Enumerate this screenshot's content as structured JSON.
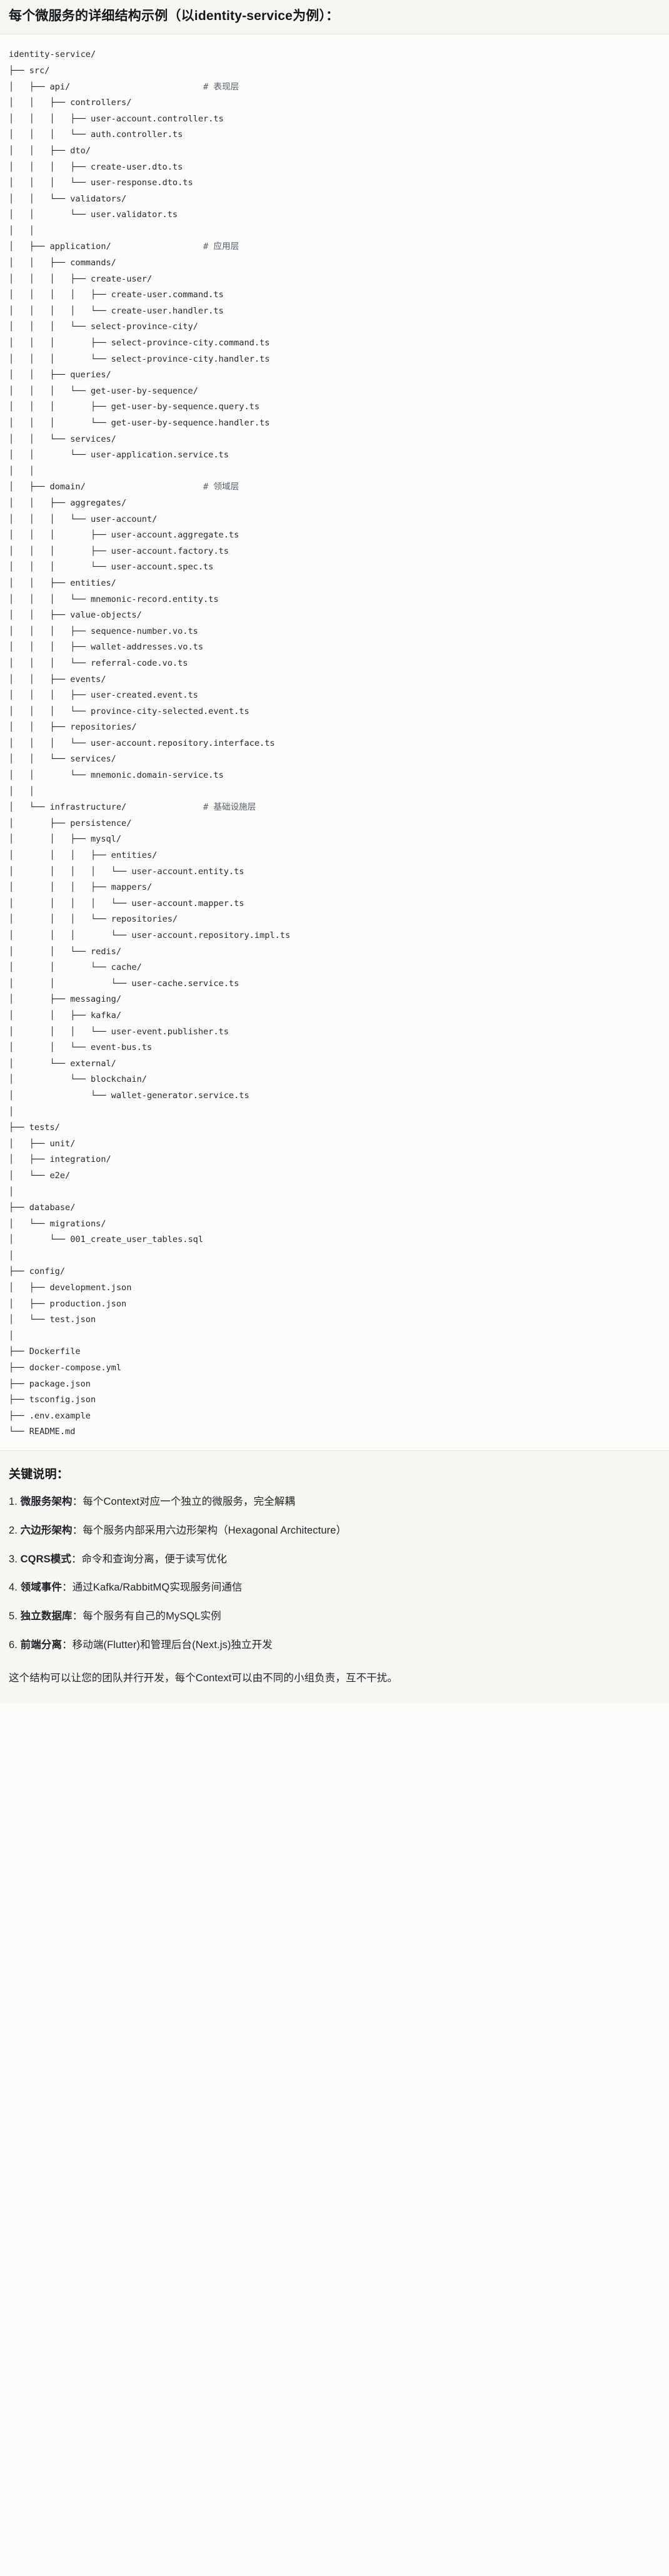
{
  "header": {
    "title": "每个微服务的详细结构示例（以identity-service为例）："
  },
  "tree": {
    "root": "identity-service/",
    "comments": {
      "api": "# 表现层",
      "application": "# 应用层",
      "domain": "# 领域层",
      "infrastructure": "# 基础设施层"
    },
    "lines": [
      {
        "prefix": "",
        "name": "identity-service/",
        "comment": ""
      },
      {
        "prefix": "├── ",
        "name": "src/",
        "comment": ""
      },
      {
        "prefix": "│   ├── ",
        "name": "api/",
        "comment": "# 表现层"
      },
      {
        "prefix": "│   │   ├── ",
        "name": "controllers/",
        "comment": ""
      },
      {
        "prefix": "│   │   │   ├── ",
        "name": "user-account.controller.ts",
        "comment": ""
      },
      {
        "prefix": "│   │   │   └── ",
        "name": "auth.controller.ts",
        "comment": ""
      },
      {
        "prefix": "│   │   ├── ",
        "name": "dto/",
        "comment": ""
      },
      {
        "prefix": "│   │   │   ├── ",
        "name": "create-user.dto.ts",
        "comment": ""
      },
      {
        "prefix": "│   │   │   └── ",
        "name": "user-response.dto.ts",
        "comment": ""
      },
      {
        "prefix": "│   │   └── ",
        "name": "validators/",
        "comment": ""
      },
      {
        "prefix": "│   │       └── ",
        "name": "user.validator.ts",
        "comment": ""
      },
      {
        "prefix": "│   │",
        "name": "",
        "comment": ""
      },
      {
        "prefix": "│   ├── ",
        "name": "application/",
        "comment": "# 应用层"
      },
      {
        "prefix": "│   │   ├── ",
        "name": "commands/",
        "comment": ""
      },
      {
        "prefix": "│   │   │   ├── ",
        "name": "create-user/",
        "comment": ""
      },
      {
        "prefix": "│   │   │   │   ├── ",
        "name": "create-user.command.ts",
        "comment": ""
      },
      {
        "prefix": "│   │   │   │   └── ",
        "name": "create-user.handler.ts",
        "comment": ""
      },
      {
        "prefix": "│   │   │   └── ",
        "name": "select-province-city/",
        "comment": ""
      },
      {
        "prefix": "│   │   │       ├── ",
        "name": "select-province-city.command.ts",
        "comment": ""
      },
      {
        "prefix": "│   │   │       └── ",
        "name": "select-province-city.handler.ts",
        "comment": ""
      },
      {
        "prefix": "│   │   ├── ",
        "name": "queries/",
        "comment": ""
      },
      {
        "prefix": "│   │   │   └── ",
        "name": "get-user-by-sequence/",
        "comment": ""
      },
      {
        "prefix": "│   │   │       ├── ",
        "name": "get-user-by-sequence.query.ts",
        "comment": ""
      },
      {
        "prefix": "│   │   │       └── ",
        "name": "get-user-by-sequence.handler.ts",
        "comment": ""
      },
      {
        "prefix": "│   │   └── ",
        "name": "services/",
        "comment": ""
      },
      {
        "prefix": "│   │       └── ",
        "name": "user-application.service.ts",
        "comment": ""
      },
      {
        "prefix": "│   │",
        "name": "",
        "comment": ""
      },
      {
        "prefix": "│   ├── ",
        "name": "domain/",
        "comment": "# 领域层"
      },
      {
        "prefix": "│   │   ├── ",
        "name": "aggregates/",
        "comment": ""
      },
      {
        "prefix": "│   │   │   └── ",
        "name": "user-account/",
        "comment": ""
      },
      {
        "prefix": "│   │   │       ├── ",
        "name": "user-account.aggregate.ts",
        "comment": ""
      },
      {
        "prefix": "│   │   │       ├── ",
        "name": "user-account.factory.ts",
        "comment": ""
      },
      {
        "prefix": "│   │   │       └── ",
        "name": "user-account.spec.ts",
        "comment": ""
      },
      {
        "prefix": "│   │   ├── ",
        "name": "entities/",
        "comment": ""
      },
      {
        "prefix": "│   │   │   └── ",
        "name": "mnemonic-record.entity.ts",
        "comment": ""
      },
      {
        "prefix": "│   │   ├── ",
        "name": "value-objects/",
        "comment": ""
      },
      {
        "prefix": "│   │   │   ├── ",
        "name": "sequence-number.vo.ts",
        "comment": ""
      },
      {
        "prefix": "│   │   │   ├── ",
        "name": "wallet-addresses.vo.ts",
        "comment": ""
      },
      {
        "prefix": "│   │   │   └── ",
        "name": "referral-code.vo.ts",
        "comment": ""
      },
      {
        "prefix": "│   │   ├── ",
        "name": "events/",
        "comment": ""
      },
      {
        "prefix": "│   │   │   ├── ",
        "name": "user-created.event.ts",
        "comment": ""
      },
      {
        "prefix": "│   │   │   └── ",
        "name": "province-city-selected.event.ts",
        "comment": ""
      },
      {
        "prefix": "│   │   ├── ",
        "name": "repositories/",
        "comment": ""
      },
      {
        "prefix": "│   │   │   └── ",
        "name": "user-account.repository.interface.ts",
        "comment": ""
      },
      {
        "prefix": "│   │   └── ",
        "name": "services/",
        "comment": ""
      },
      {
        "prefix": "│   │       └── ",
        "name": "mnemonic.domain-service.ts",
        "comment": ""
      },
      {
        "prefix": "│   │",
        "name": "",
        "comment": ""
      },
      {
        "prefix": "│   └── ",
        "name": "infrastructure/",
        "comment": "# 基础设施层"
      },
      {
        "prefix": "│       ├── ",
        "name": "persistence/",
        "comment": ""
      },
      {
        "prefix": "│       │   ├── ",
        "name": "mysql/",
        "comment": ""
      },
      {
        "prefix": "│       │   │   ├── ",
        "name": "entities/",
        "comment": ""
      },
      {
        "prefix": "│       │   │   │   └── ",
        "name": "user-account.entity.ts",
        "comment": ""
      },
      {
        "prefix": "│       │   │   ├── ",
        "name": "mappers/",
        "comment": ""
      },
      {
        "prefix": "│       │   │   │   └── ",
        "name": "user-account.mapper.ts",
        "comment": ""
      },
      {
        "prefix": "│       │   │   └── ",
        "name": "repositories/",
        "comment": ""
      },
      {
        "prefix": "│       │   │       └── ",
        "name": "user-account.repository.impl.ts",
        "comment": ""
      },
      {
        "prefix": "│       │   └── ",
        "name": "redis/",
        "comment": ""
      },
      {
        "prefix": "│       │       └── ",
        "name": "cache/",
        "comment": ""
      },
      {
        "prefix": "│       │           └── ",
        "name": "user-cache.service.ts",
        "comment": ""
      },
      {
        "prefix": "│       ├── ",
        "name": "messaging/",
        "comment": ""
      },
      {
        "prefix": "│       │   ├── ",
        "name": "kafka/",
        "comment": ""
      },
      {
        "prefix": "│       │   │   └── ",
        "name": "user-event.publisher.ts",
        "comment": ""
      },
      {
        "prefix": "│       │   └── ",
        "name": "event-bus.ts",
        "comment": ""
      },
      {
        "prefix": "│       └── ",
        "name": "external/",
        "comment": ""
      },
      {
        "prefix": "│           └── ",
        "name": "blockchain/",
        "comment": ""
      },
      {
        "prefix": "│               └── ",
        "name": "wallet-generator.service.ts",
        "comment": ""
      },
      {
        "prefix": "│",
        "name": "",
        "comment": ""
      },
      {
        "prefix": "├── ",
        "name": "tests/",
        "comment": ""
      },
      {
        "prefix": "│   ├── ",
        "name": "unit/",
        "comment": ""
      },
      {
        "prefix": "│   ├── ",
        "name": "integration/",
        "comment": ""
      },
      {
        "prefix": "│   └── ",
        "name": "e2e/",
        "comment": ""
      },
      {
        "prefix": "│",
        "name": "",
        "comment": ""
      },
      {
        "prefix": "├── ",
        "name": "database/",
        "comment": ""
      },
      {
        "prefix": "│   └── ",
        "name": "migrations/",
        "comment": ""
      },
      {
        "prefix": "│       └── ",
        "name": "001_create_user_tables.sql",
        "comment": ""
      },
      {
        "prefix": "│",
        "name": "",
        "comment": ""
      },
      {
        "prefix": "├── ",
        "name": "config/",
        "comment": ""
      },
      {
        "prefix": "│   ├── ",
        "name": "development.json",
        "comment": ""
      },
      {
        "prefix": "│   ├── ",
        "name": "production.json",
        "comment": ""
      },
      {
        "prefix": "│   └── ",
        "name": "test.json",
        "comment": ""
      },
      {
        "prefix": "│",
        "name": "",
        "comment": ""
      },
      {
        "prefix": "├── ",
        "name": "Dockerfile",
        "comment": ""
      },
      {
        "prefix": "├── ",
        "name": "docker-compose.yml",
        "comment": ""
      },
      {
        "prefix": "├── ",
        "name": "package.json",
        "comment": ""
      },
      {
        "prefix": "├── ",
        "name": "tsconfig.json",
        "comment": ""
      },
      {
        "prefix": "├── ",
        "name": ".env.example",
        "comment": ""
      },
      {
        "prefix": "└── ",
        "name": "README.md",
        "comment": ""
      }
    ]
  },
  "keys": {
    "title": "关键说明：",
    "items": [
      {
        "num": "1.",
        "key": "微服务架构",
        "sep": "：",
        "value": "每个Context对应一个独立的微服务，完全解耦"
      },
      {
        "num": "2.",
        "key": "六边形架构",
        "sep": "：",
        "value": "每个服务内部采用六边形架构（Hexagonal Architecture）"
      },
      {
        "num": "3.",
        "key": "CQRS模式",
        "sep": "：",
        "value": "命令和查询分离，便于读写优化"
      },
      {
        "num": "4.",
        "key": "领域事件",
        "sep": "：",
        "value": "通过Kafka/RabbitMQ实现服务间通信"
      },
      {
        "num": "5.",
        "key": "独立数据库",
        "sep": "：",
        "value": "每个服务有自己的MySQL实例"
      },
      {
        "num": "6.",
        "key": "前端分离",
        "sep": "：",
        "value": "移动端(Flutter)和管理后台(Next.js)独立开发"
      }
    ],
    "closing": "这个结构可以让您的团队并行开发，每个Context可以由不同的小组负责，互不干扰。"
  },
  "colors": {
    "page_bg": "#fbfbf9",
    "band_bg": "#f7f6f2",
    "text": "#1f2328",
    "comment": "#57606a",
    "rule": "#e3e1dc"
  }
}
